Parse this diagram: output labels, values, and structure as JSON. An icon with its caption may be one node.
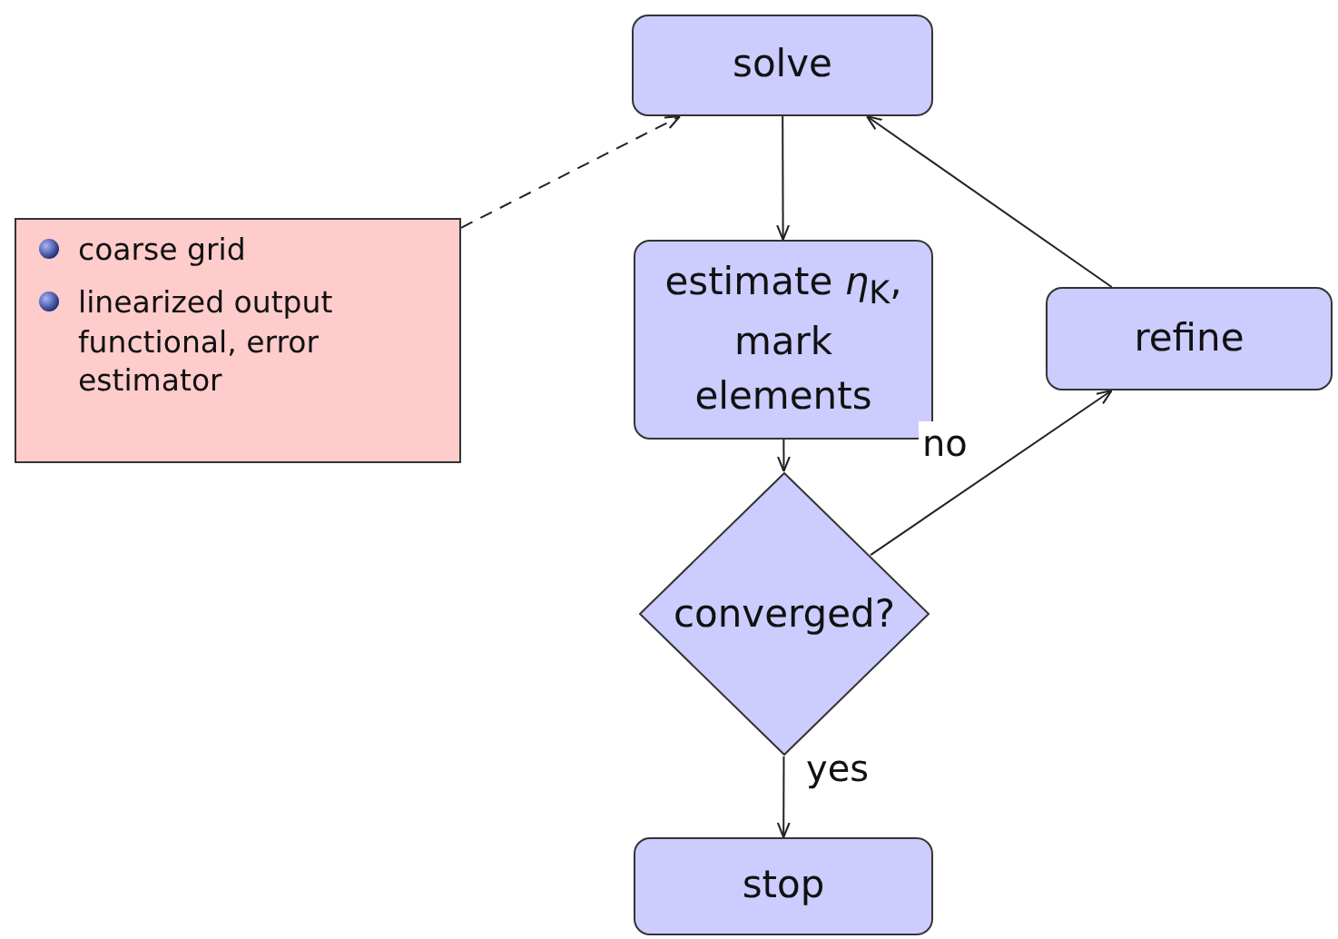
{
  "diagram": {
    "nodes": [
      {
        "text": [
          "solve"
        ]
      },
      {
        "text": [
          "coarse grid",
          "linearized output functional, error estimator"
        ]
      },
      {
        "text": [
          "estimate *η*$_{K}$, mark elements"
        ]
      },
      {
        "text": [
          "refine"
        ]
      },
      {
        "text": [
          "converged?"
        ]
      },
      {
        "text": [
          "stop"
        ]
      }
    ],
    "edges": [
      {
        "from": 0,
        "to": 2,
        "arrow": "to"
      },
      {
        "from": 2,
        "to": 4,
        "arrow": "to"
      },
      {
        "from": 4,
        "to": 3,
        "arrow": "to",
        "label": "no"
      },
      {
        "from": 3,
        "to": 0,
        "arrow": "to"
      },
      {
        "from": 4,
        "to": 5,
        "arrow": "to",
        "label": "yes"
      },
      {
        "from": 1,
        "to": 0,
        "arrow": "to",
        "style": "dashed"
      }
    ]
  }
}
